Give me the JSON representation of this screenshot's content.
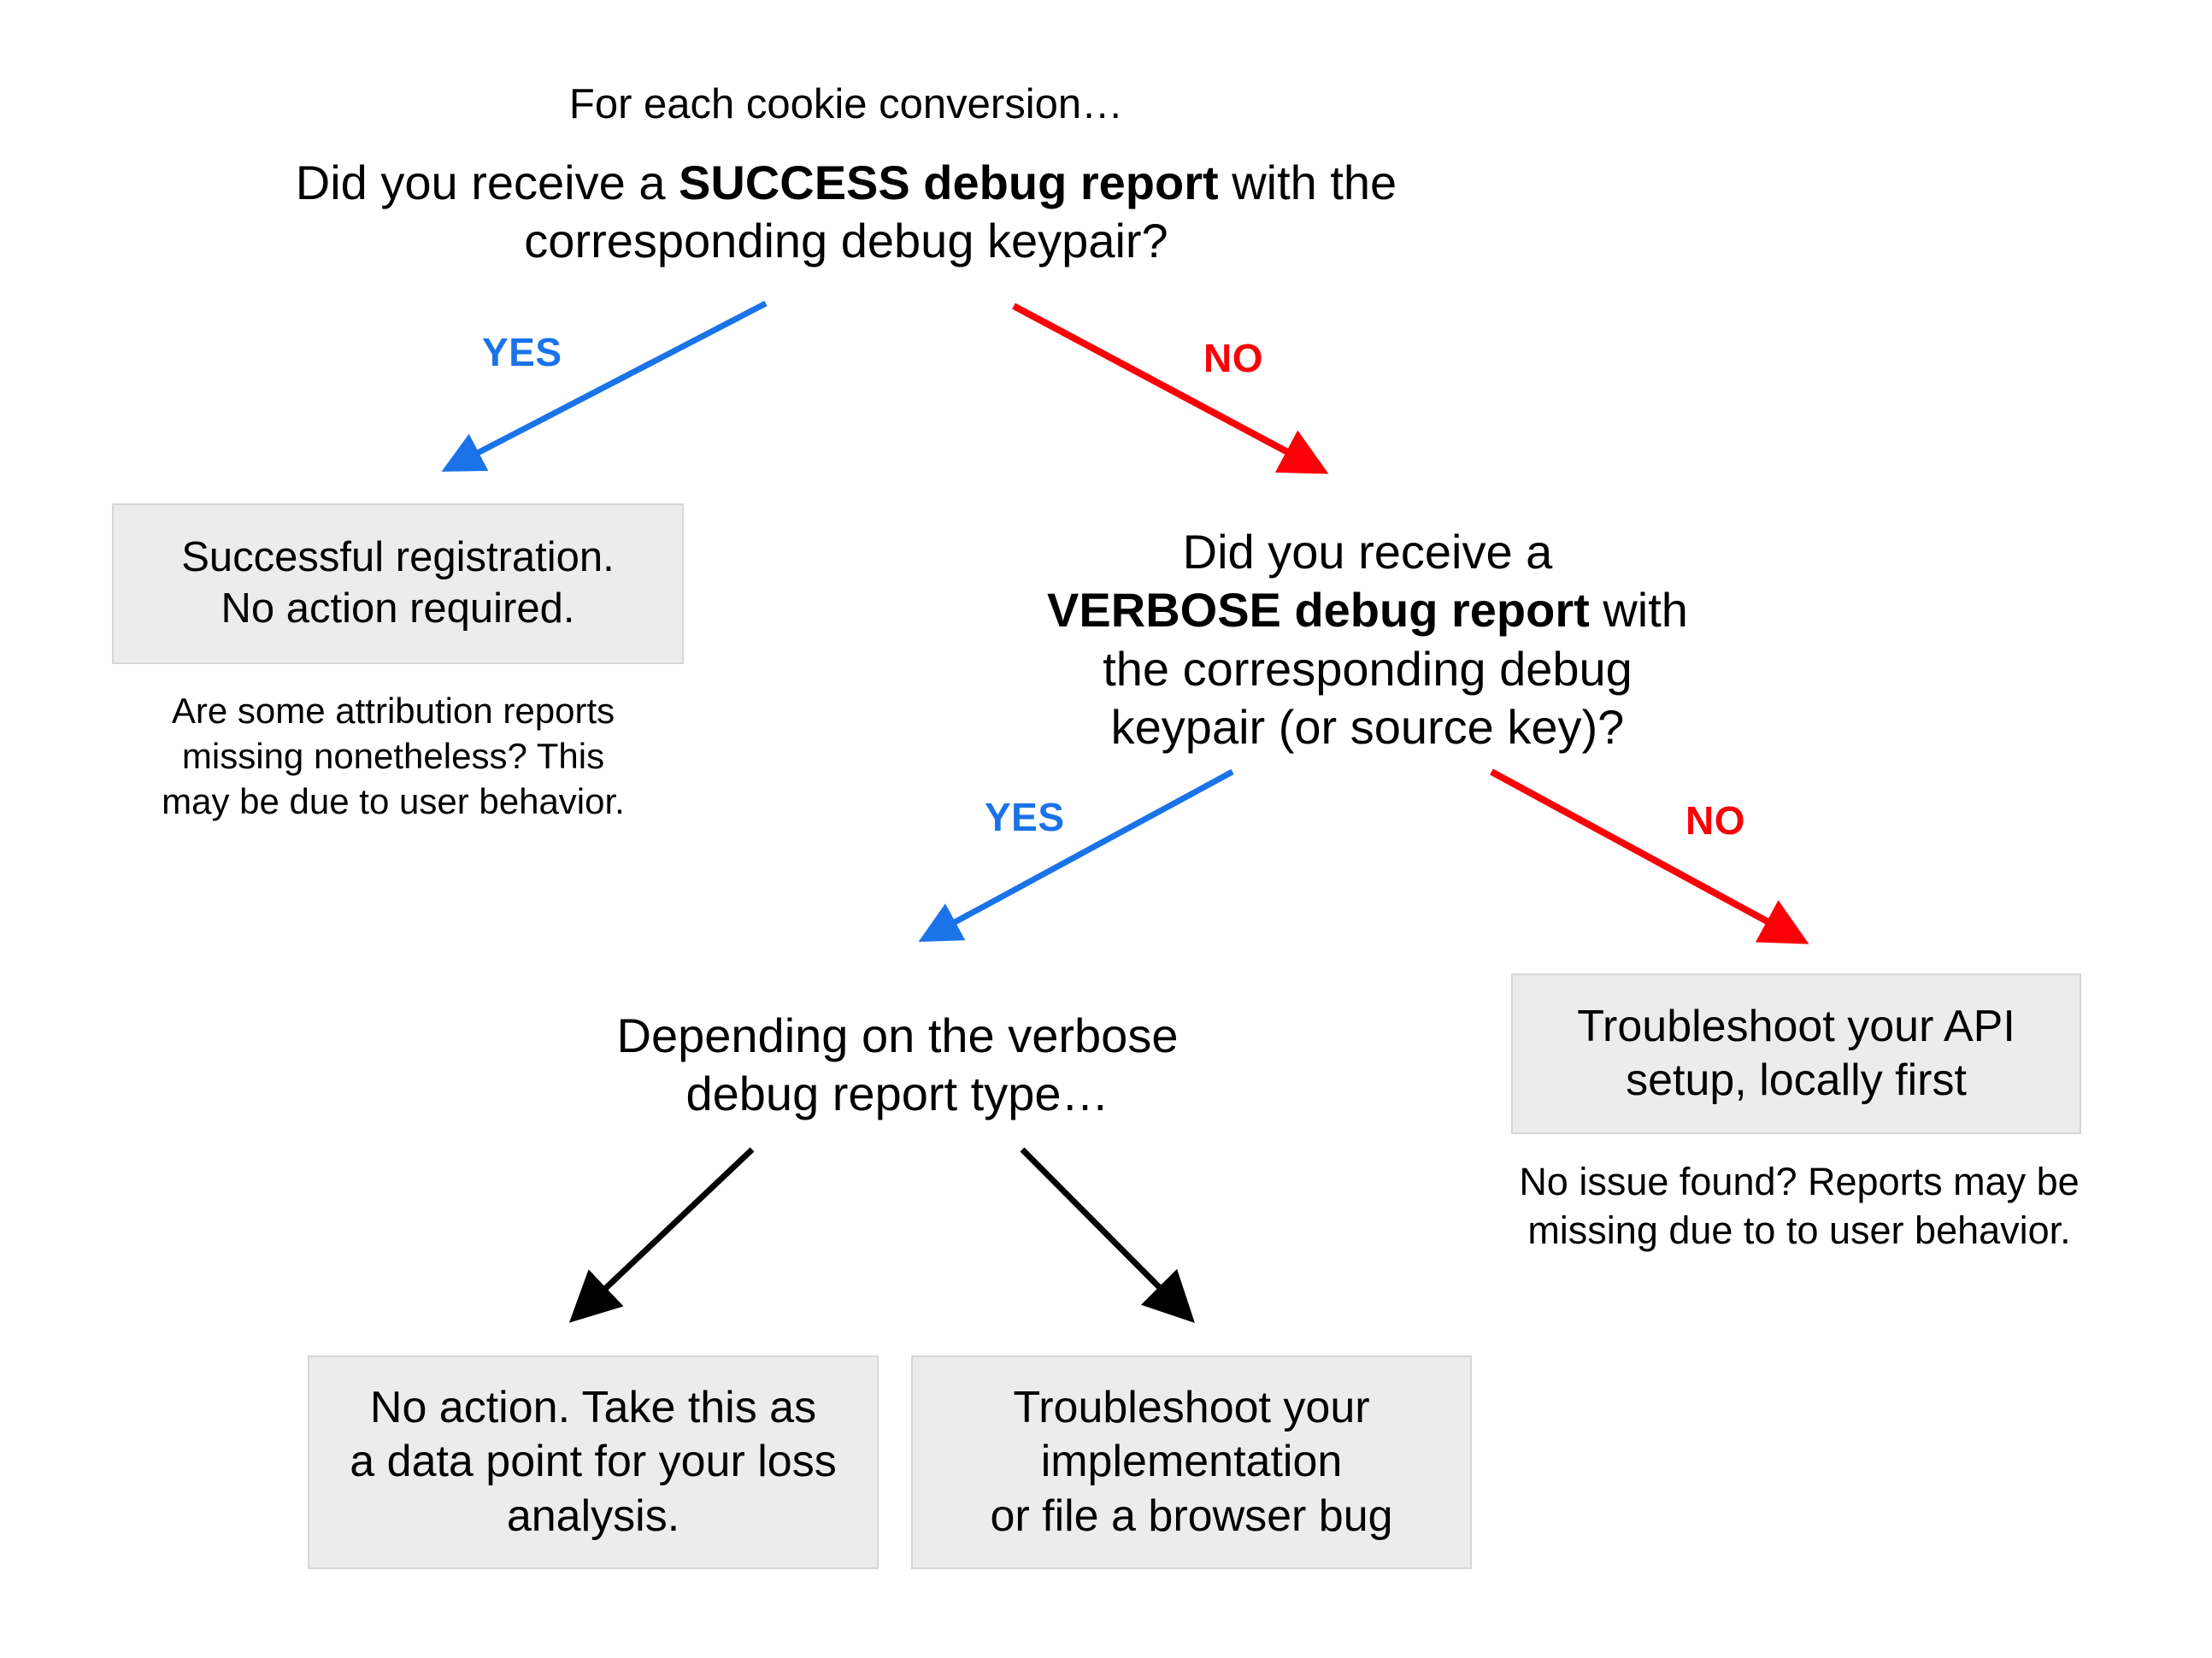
{
  "diagram": {
    "title": "Cookie conversion debug report troubleshooting flowchart",
    "colors": {
      "yes_edge": "#1a73e8",
      "no_edge": "#fb0007",
      "default_edge": "#000000",
      "box_fill": "#ececec",
      "box_border": "#d6d6d6",
      "background": "#ffffff",
      "text": "#000000"
    },
    "nodes": {
      "root_intro": {
        "text": "For each cookie conversion…"
      },
      "q1": {
        "line1_pre": "Did you receive a ",
        "line1_bold": "SUCCESS debug report",
        "line1_post": " with the",
        "line2": "corresponding debug keypair?"
      },
      "success_box": {
        "line1": "Successful registration.",
        "line2": "No action required."
      },
      "success_caption": {
        "line1": "Are some attribution reports",
        "line2": "missing nonetheless? This",
        "line3": "may be due to user behavior."
      },
      "q2": {
        "line1": "Did you receive a",
        "line2_bold": "VERBOSE debug report",
        "line2_post": " with",
        "line3": "the corresponding debug",
        "line4": "keypair (or source key)?"
      },
      "verbose_type": {
        "line1": "Depending on the verbose",
        "line2": "debug report type…"
      },
      "api_box": {
        "line1": "Troubleshoot your API",
        "line2": "setup, locally first"
      },
      "api_caption": {
        "line1": "No issue found? Reports may be",
        "line2": "missing due to to user behavior."
      },
      "no_action_box": {
        "line1": "No action. Take this as",
        "line2": "a data point for your loss",
        "line3": "analysis."
      },
      "impl_box": {
        "line1": "Troubleshoot your",
        "line2": "implementation",
        "line3": "or file a browser bug"
      }
    },
    "edges": {
      "q1_yes": {
        "label": "YES",
        "color": "#1a73e8",
        "from": "q1",
        "to": "success_box"
      },
      "q1_no": {
        "label": "NO",
        "color": "#fb0007",
        "from": "q1",
        "to": "q2"
      },
      "q2_yes": {
        "label": "YES",
        "color": "#1a73e8",
        "from": "q2",
        "to": "verbose_type"
      },
      "q2_no": {
        "label": "NO",
        "color": "#fb0007",
        "from": "q2",
        "to": "api_box"
      },
      "type_left": {
        "label": "",
        "color": "#000000",
        "from": "verbose_type",
        "to": "no_action_box"
      },
      "type_right": {
        "label": "",
        "color": "#000000",
        "from": "verbose_type",
        "to": "impl_box"
      }
    }
  }
}
